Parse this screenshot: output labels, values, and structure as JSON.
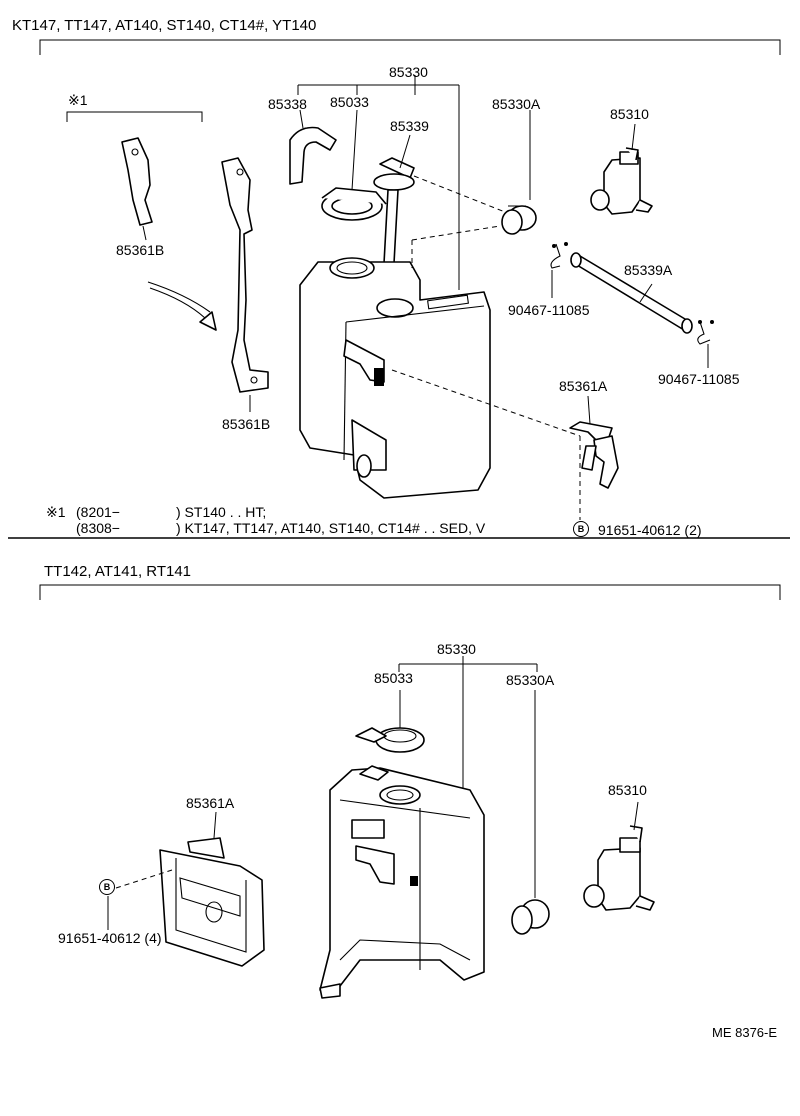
{
  "sections": [
    {
      "title": "KT147, TT147, AT140, ST140, CT14#, YT140",
      "labels": {
        "p85330": "85330",
        "p85338": "85338",
        "p85033": "85033",
        "p85339": "85339",
        "p85330A": "85330A",
        "p85310": "85310",
        "note_mark": "※1",
        "p85361B_a": "85361B",
        "p85361B_b": "85361B",
        "p85339A": "85339A",
        "clip_a": "90467-11085",
        "clip_b": "90467-11085",
        "p85361A": "85361A",
        "bolt": "91651-40612 (2)"
      },
      "footnote": {
        "mark": "※1",
        "line1_code": "(8201−",
        "line1_text": ") ST140 . . HT;",
        "line2_code": "(8308−",
        "line2_text": ") KT147, TT147, AT140, ST140, CT14# . . SED, V"
      }
    },
    {
      "title": "TT142, AT141, RT141",
      "labels": {
        "p85330": "85330",
        "p85033": "85033",
        "p85330A": "85330A",
        "p85310": "85310",
        "p85361A": "85361A",
        "bolt": "91651-40612 (4)"
      }
    }
  ],
  "bolt_symbol": "B",
  "drawing_code": "ME 8376-E"
}
